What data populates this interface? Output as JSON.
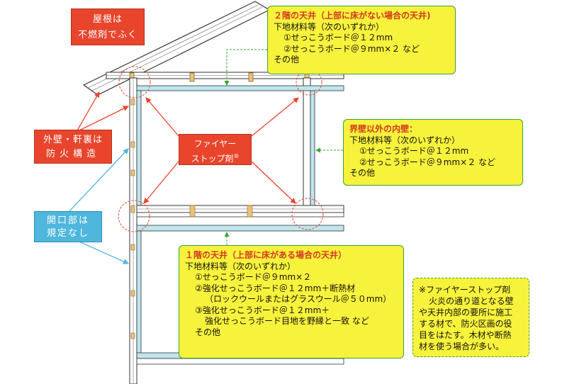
{
  "roof_label": {
    "line1": "屋根は",
    "line2": "不燃剤でふく"
  },
  "exterior_label": {
    "line1": "外壁・軒裏は",
    "line2": "防火構造"
  },
  "opening_label": {
    "line1": "開口部は",
    "line2": "規定なし"
  },
  "firestop_label": {
    "line1": "ファイヤー",
    "line2": "ストップ剤",
    "mark": "®"
  },
  "ceiling2": {
    "heading": "２階の天井（上部に床がない場合の天井)",
    "intro": "下地材料等（次のいずれか）",
    "items": [
      "①せっこうボード＠１２mm",
      "②せっこうボード＠９mm×２ など"
    ],
    "other": "その他"
  },
  "interior_wall": {
    "heading": "界壁以外の内壁：",
    "intro": "下地材料等（次のいずれか）",
    "items": [
      "①せっこうボード＠１２mm",
      "②せっこうボード＠９mm×２ など"
    ],
    "other": "その他"
  },
  "ceiling1": {
    "heading": "１階の天井（上部に床がある場合の天井）",
    "intro": "下地材料等（次のいずれか）",
    "item1": "①せっこうボード＠９mm×２",
    "item2a": "②強化せっこうボード＠１２mm＋断熱材",
    "item2b": "（ロックウールまたはグラスウール＠５０mm）",
    "item3a": "③強化せっこうボード＠１２mm＋",
    "item3b": "強化せっこうボード目地を野縁と一致 など",
    "other": "その他"
  },
  "note": {
    "lines": [
      "※ファイヤーストップ剤",
      "火炎の通り道となる壁",
      "や天井内部の要所に施工",
      "する材で、防火区画の役",
      "目をはたす。木材や断熱",
      "材を使う場合が多い。"
    ]
  },
  "colors": {
    "red": "#e8452c",
    "blue": "#4fb6dc",
    "yellow": "#f7f23c",
    "green": "#3aa53a",
    "board": "#bfe6ee",
    "wood": "#e8c27a"
  }
}
